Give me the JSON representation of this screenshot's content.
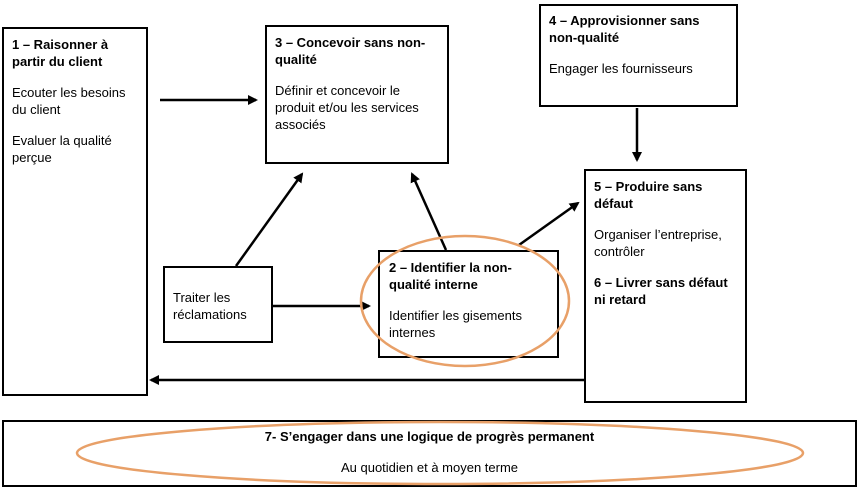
{
  "boxes": {
    "client": {
      "title": "1 – Raisonner à partir du client",
      "line1": "Ecouter les besoins du client",
      "line2": "Evaluer la qualité perçue"
    },
    "concevoir": {
      "title": "3 – Concevoir sans non-qualité",
      "text": "Définir et concevoir le produit et/ou les services associés"
    },
    "approvisionner": {
      "title": "4 – Approvisionner sans non-qualité",
      "text": "Engager les fournisseurs"
    },
    "produire": {
      "title": "5 – Produire sans défaut",
      "text": "Organiser l’entreprise, contrôler",
      "title2": "6 – Livrer sans défaut ni retard"
    },
    "identifier": {
      "title": "2 – Identifier la non-qualité interne",
      "text": "Identifier les gisements internes"
    },
    "reclamations": {
      "text": "Traiter les réclamations"
    },
    "progres": {
      "title": "7- S’engager dans une logique de progrès permanent",
      "text": "Au quotidien et à moyen terme"
    }
  },
  "colors": {
    "border": "#000000",
    "highlight_ellipse": "#E8A068"
  }
}
